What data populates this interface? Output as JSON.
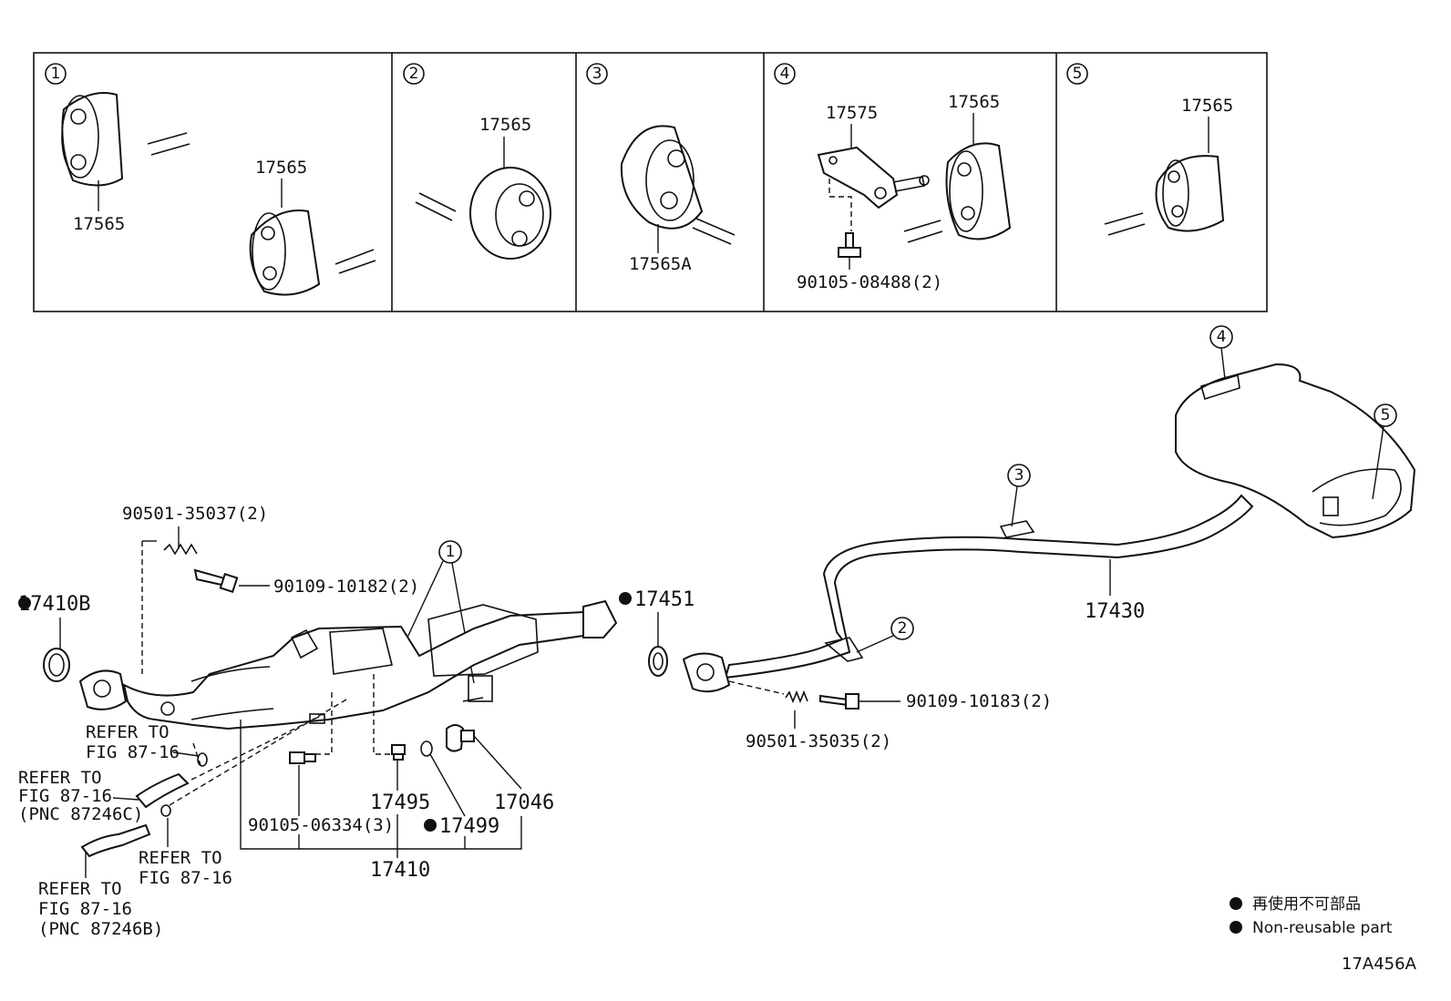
{
  "callouts": [
    "1",
    "2",
    "3",
    "4",
    "5"
  ],
  "detail_boxes": {
    "box1": {
      "num": "1",
      "labels": [
        "17565",
        "17565"
      ]
    },
    "box2": {
      "num": "2",
      "labels": [
        "17565"
      ]
    },
    "box3": {
      "num": "3",
      "labels": [
        "17565A"
      ]
    },
    "box4": {
      "num": "4",
      "labels": [
        "17575",
        "17565",
        "90105-08488(2)"
      ]
    },
    "box5": {
      "num": "5",
      "labels": [
        "17565"
      ]
    }
  },
  "main": {
    "p17410B": "17410B",
    "p17451": "17451",
    "p17430": "17430",
    "p90501_35037": "90501-35037(2)",
    "p90109_10182": "90109-10182(2)",
    "p90109_10183": "90109-10183(2)",
    "p90501_35035": "90501-35035(2)",
    "p90105_06334": "90105-06334(3)",
    "p17495": "17495",
    "p17499": "17499",
    "p17046": "17046",
    "p17410": "17410",
    "refer_a": [
      "REFER TO",
      "FIG 87-16"
    ],
    "refer_b": [
      "REFER TO",
      "FIG 87-16",
      "(PNC 87246C)"
    ],
    "refer_c": [
      "REFER TO",
      "FIG 87-16"
    ],
    "refer_d": [
      "REFER TO",
      "FIG 87-16",
      "(PNC 87246B)"
    ]
  },
  "legend": {
    "jp": "再使用不可部品",
    "en": "Non-reusable part"
  },
  "diagram_code": "17A456A"
}
